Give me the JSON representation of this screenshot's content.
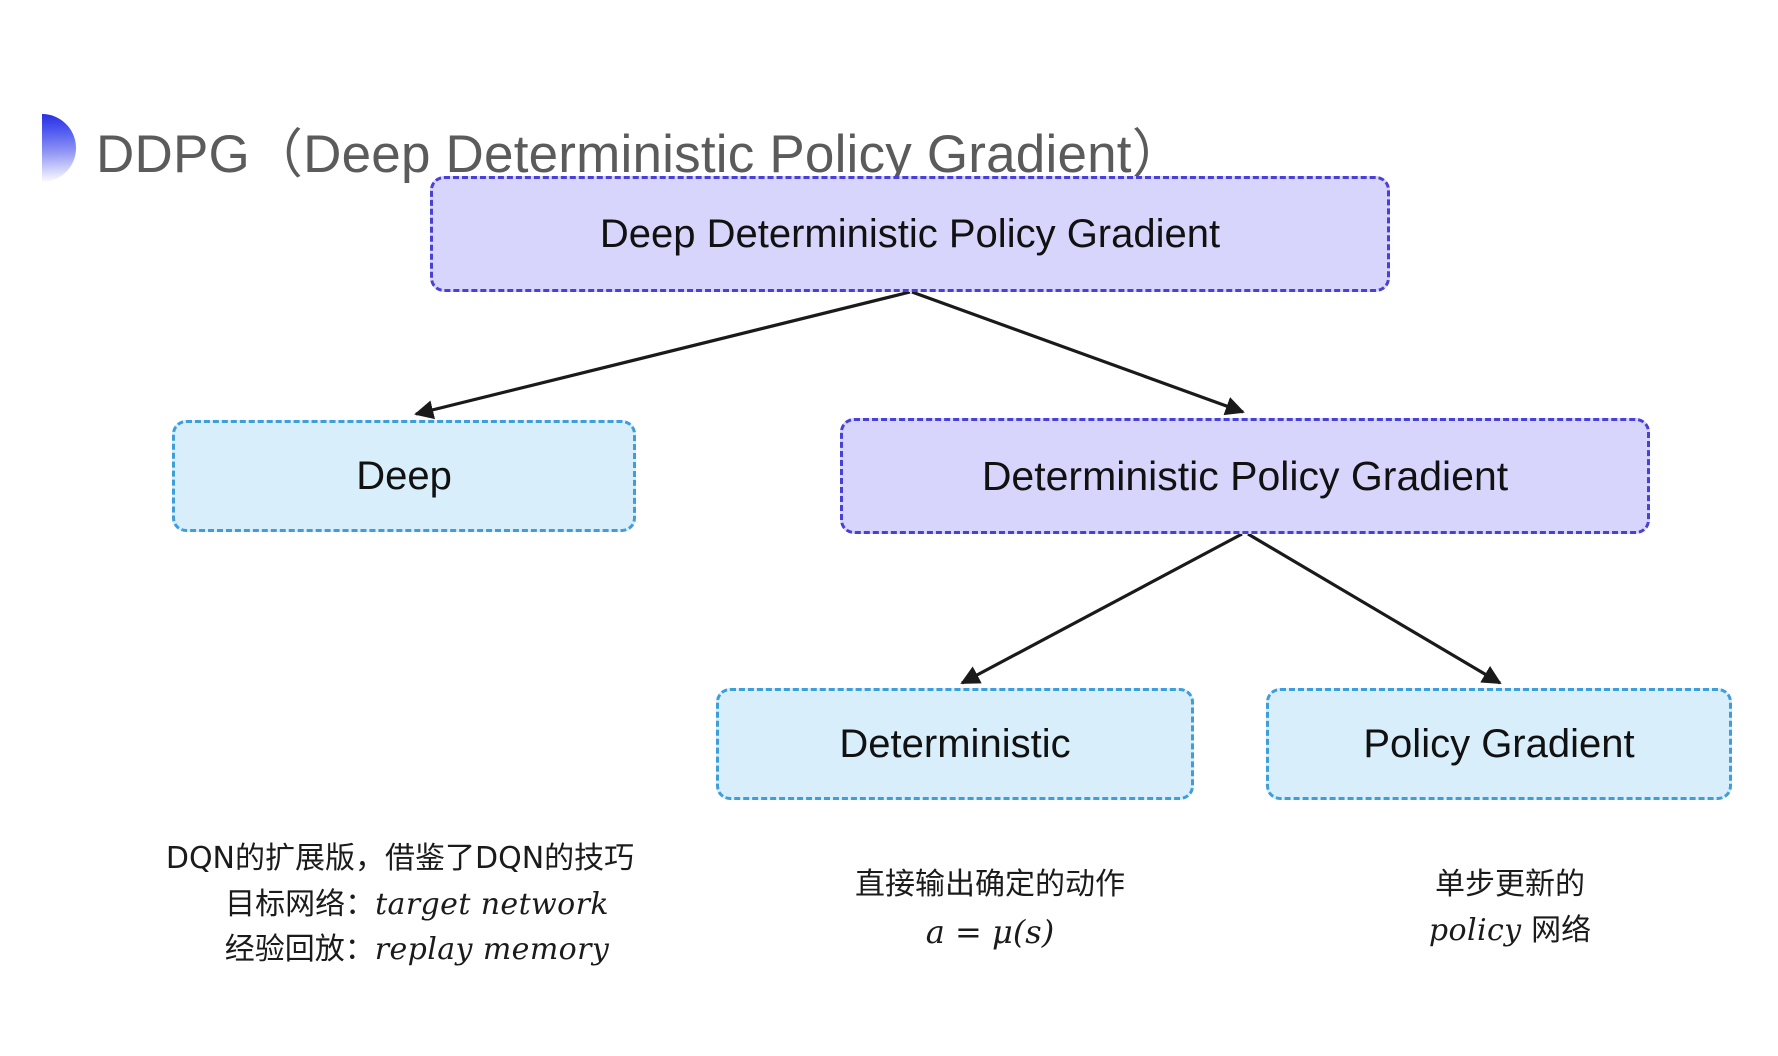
{
  "slide": {
    "background": "#ffffff",
    "title": "DDPG（Deep Deterministic Policy Gradient）",
    "title_color": "#5b5b5b",
    "bullet_gradient_from": "#2a2fe0",
    "bullet_gradient_to": "#ffffff"
  },
  "palette": {
    "purple_fill": "#d7d5fb",
    "purple_border": "#4a3fd6",
    "cyan_fill": "#d8eefa",
    "cyan_border": "#3e9ed9",
    "arrow_color": "#1a1a1a",
    "text_color": "#111111"
  },
  "diagram": {
    "type": "tree",
    "nodes": [
      {
        "id": "root",
        "label": "Deep Deterministic Policy Gradient",
        "style": "purple"
      },
      {
        "id": "deep",
        "label": "Deep",
        "style": "cyan"
      },
      {
        "id": "dpg",
        "label": "Deterministic Policy Gradient",
        "style": "purple"
      },
      {
        "id": "det",
        "label": "Deterministic",
        "style": "cyan"
      },
      {
        "id": "pg",
        "label": "Policy Gradient",
        "style": "cyan"
      }
    ],
    "edges": [
      {
        "from": "root",
        "to": "deep"
      },
      {
        "from": "root",
        "to": "dpg"
      },
      {
        "from": "dpg",
        "to": "det"
      },
      {
        "from": "dpg",
        "to": "pg"
      }
    ]
  },
  "captions": {
    "deep": {
      "line1": "DQN的扩展版，借鉴了DQN的技巧",
      "line2_label": "目标网络：",
      "line2_term": "target network",
      "line3_label": "经验回放：",
      "line3_term": "replay memory"
    },
    "deterministic": {
      "line1": "直接输出确定的动作",
      "formula": "a = μ(s)"
    },
    "policy_gradient": {
      "line1": "单步更新的",
      "line2_term": "policy",
      "line2_suffix": " 网络"
    }
  }
}
